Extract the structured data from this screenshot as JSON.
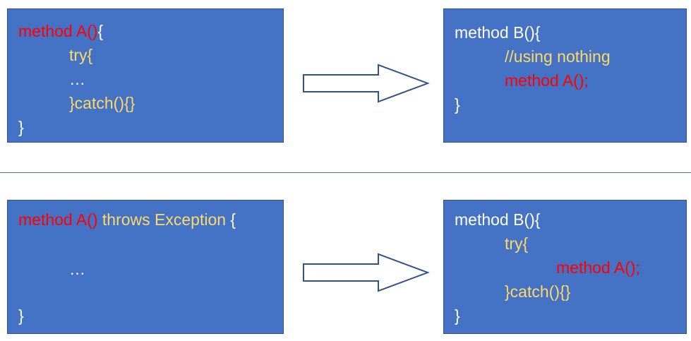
{
  "colors": {
    "box_fill": "#4472C4",
    "box_border": "#2F528F",
    "keyword_red": "#FF0000",
    "code_yellow": "#FFD966",
    "code_white": "#FFFFFF",
    "divider": "#4472C4"
  },
  "top": {
    "left_box": {
      "line1_method": "method A()",
      "line1_brace": "{",
      "line2": "try{",
      "line3": "…",
      "line4": "}catch(){}",
      "line5": "}"
    },
    "right_box": {
      "line1": "method B(){",
      "line2": "//using nothing",
      "line3": "method A();",
      "line4": "}"
    }
  },
  "bottom": {
    "left_box": {
      "line1_method": "method A()",
      "line1_throws": " throws Exception",
      "line1_brace": " {",
      "line2": "…",
      "line3": "}"
    },
    "right_box": {
      "line1": "method B(){",
      "line2": "try{",
      "line3": "method A();",
      "line4": "}catch(){}",
      "line5": "}"
    }
  },
  "arrows": [
    {
      "icon": "right-arrow-icon"
    },
    {
      "icon": "right-arrow-icon"
    }
  ]
}
